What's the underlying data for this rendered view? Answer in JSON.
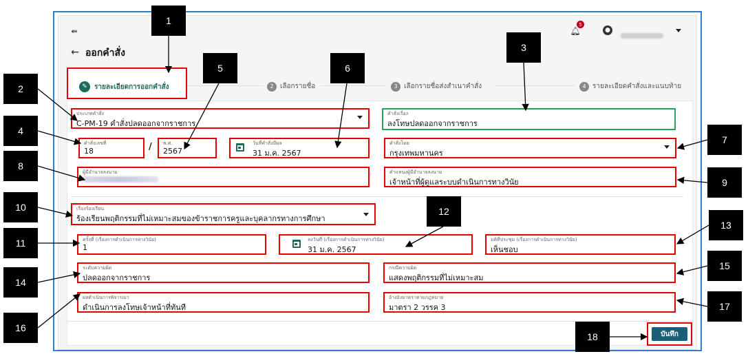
{
  "header": {
    "notifications_count": "5",
    "user_name_blurred": ""
  },
  "page": {
    "title": "ออกคำสั่ง"
  },
  "steps": [
    {
      "num": "",
      "label": "รายละเอียดการออกคำสั่ง",
      "active": true
    },
    {
      "num": "2",
      "label": "เลือกรายชื่อ"
    },
    {
      "num": "3",
      "label": "เลือกรายชื่อส่งสำเนาคำสั่ง"
    },
    {
      "num": "4",
      "label": "รายละเอียดคำสั่งและแนบท้าย"
    }
  ],
  "fields": {
    "order_type": {
      "label": "ประเภทคำสั่ง",
      "value": "C-PM-19 คำสั่งปลดออกจากราชการ"
    },
    "order_subject": {
      "label": "คำสั่งเรื่อง",
      "value": "ลงโทษปลดออกจากราชการ"
    },
    "order_number": {
      "label": "คำสั่งเลขที่",
      "value": "18"
    },
    "separator": "/",
    "year": {
      "label": "พ.ศ.",
      "value": "2567"
    },
    "effective_date": {
      "label": "วันที่คำสั่งมีผล",
      "value": "31 ม.ค. 2567"
    },
    "order_by": {
      "label": "คำสั่งโดย",
      "value": "กรุงเทพมหานคร"
    },
    "authorizer": {
      "label": "ผู้มีอำนาจลงนาม",
      "value": ""
    },
    "authorizer_position": {
      "label": "ตำแหน่งผู้มีอำนาจลงนาม",
      "value": "เจ้าหน้าที่ผู้ดูแลระบบดำเนินการทางวินัย"
    },
    "complaint": {
      "label": "เรื่องร้องเรียน",
      "value": "ร้องเรียนพฤติกรรมที่ไม่เหมาะสมของข้าราชการครูและบุคลากรทางการศึกษา"
    },
    "meeting_no": {
      "label": "ครั้งที่ (เรื่องการดำเนินการทางวินัย)",
      "value": "1"
    },
    "meeting_date": {
      "label": "ลงวันที่ (เรื่องการดำเนินการทางวินัย)",
      "value": "31 ม.ค. 2567"
    },
    "meeting_resolution": {
      "label": "มติที่ประชุม (เรื่องการดำเนินการทางวินัย)",
      "value": "เห็นชอบ"
    },
    "offense_level": {
      "label": "ระดับความผิด",
      "value": "ปลดออกจากราชการ"
    },
    "offense_case": {
      "label": "กรณีความผิด",
      "value": "แสดงพฤติกรรมที่ไม่เหมาะสม"
    },
    "consideration_result": {
      "label": "ผลดำเนินการพิจารณา",
      "value": "ดำเนินการลงโทษเจ้าหน้าที่ทันที"
    },
    "legal_reference": {
      "label": "อ้างอิงมาตราตามกฎหมาย",
      "value": "มาตรา 2 วรรค 3"
    }
  },
  "actions": {
    "save_label": "บันทึก"
  },
  "callouts": [
    "1",
    "2",
    "3",
    "4",
    "5",
    "6",
    "7",
    "8",
    "9",
    "10",
    "11",
    "12",
    "13",
    "14",
    "15",
    "16",
    "17",
    "18"
  ],
  "colors": {
    "annotation_red": "#e60000",
    "frame_blue": "#2d7fd0",
    "active_green": "#1c6b5c",
    "save_button": "#1a5f7a",
    "subject_border_green": "#2aa15a"
  }
}
